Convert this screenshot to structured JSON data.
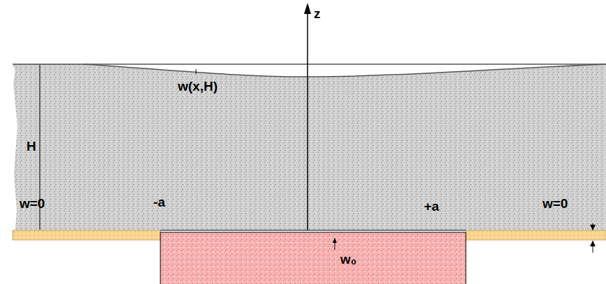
{
  "diagram": {
    "labels": [
      "z",
      "w(x,H)",
      "H",
      "w=0",
      "-a",
      "+a",
      "w=0",
      "w₀"
    ]
  }
}
